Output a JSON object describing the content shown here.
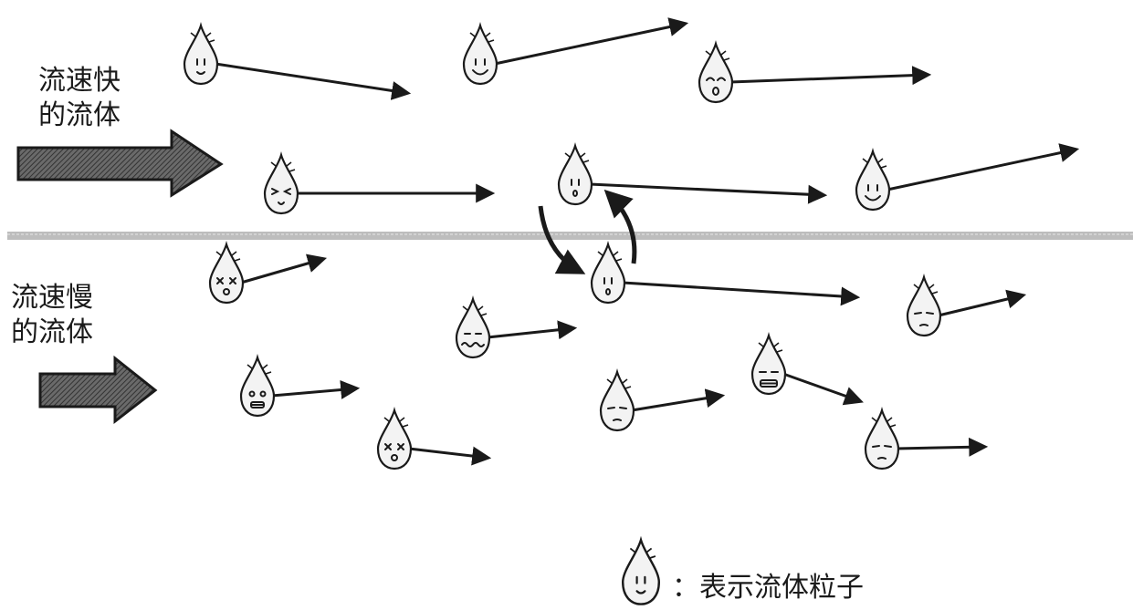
{
  "labels": {
    "fast_line1": "流速快",
    "fast_line2": "的流体",
    "slow_line1": "流速慢",
    "slow_line2": "的流体",
    "legend": "：表示流体粒子"
  },
  "colors": {
    "ink": "#1a1a1a",
    "arrow_fill": "#555555",
    "boundary": "#b5b5b5"
  },
  "flows": {
    "fast": {
      "direction": "right",
      "speed": "fast"
    },
    "slow": {
      "direction": "right",
      "speed": "slow"
    }
  },
  "particles": [
    {
      "id": "f1",
      "layer": "fast",
      "face": "smile"
    },
    {
      "id": "f2",
      "layer": "fast",
      "face": "grin"
    },
    {
      "id": "f3",
      "layer": "fast",
      "face": "happy"
    },
    {
      "id": "f4",
      "layer": "fast",
      "face": "squint"
    },
    {
      "id": "f5",
      "layer": "fast",
      "face": "neutral"
    },
    {
      "id": "f6",
      "layer": "fast",
      "face": "grin"
    },
    {
      "id": "s1",
      "layer": "slow",
      "face": "dizzy"
    },
    {
      "id": "s2",
      "layer": "boundary",
      "face": "neutral"
    },
    {
      "id": "s3",
      "layer": "slow",
      "face": "tired"
    },
    {
      "id": "s4",
      "layer": "slow",
      "face": "wavy"
    },
    {
      "id": "s5",
      "layer": "slow",
      "face": "scared"
    },
    {
      "id": "s6",
      "layer": "slow",
      "face": "tired"
    },
    {
      "id": "s7",
      "layer": "slow",
      "face": "teeth"
    },
    {
      "id": "s8",
      "layer": "slow",
      "face": "dizzy"
    },
    {
      "id": "s9",
      "layer": "slow",
      "face": "tired"
    }
  ],
  "exchange": {
    "description_icons": [
      "curved-arrow-down",
      "curved-arrow-up"
    ]
  }
}
